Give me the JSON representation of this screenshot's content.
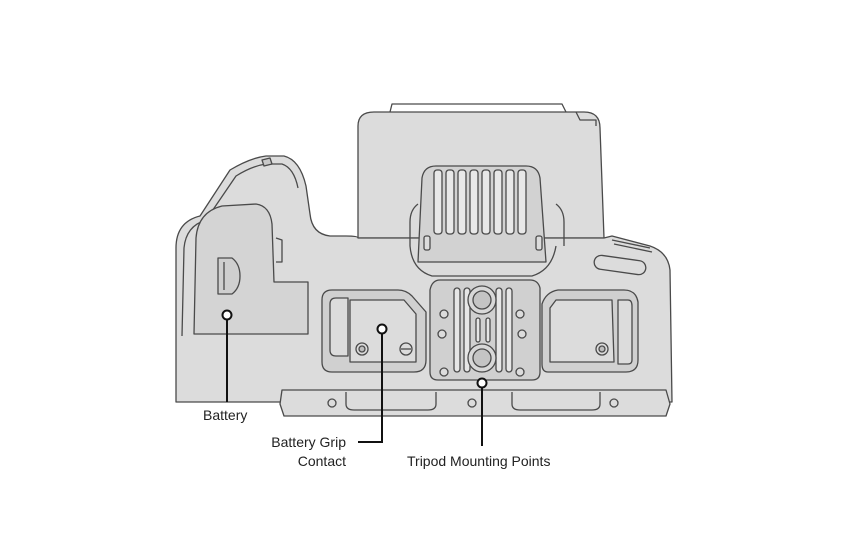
{
  "callouts": {
    "battery": "Battery",
    "battery_grip_line1": "Battery Grip",
    "battery_grip_line2": "Contact",
    "tripod": "Tripod Mounting Points"
  },
  "colors": {
    "body_fill": "#dcdcdc",
    "panel_fill": "#d0d0d0",
    "outline": "#4a4a4a",
    "leader": "#111111",
    "background": "#ffffff"
  }
}
